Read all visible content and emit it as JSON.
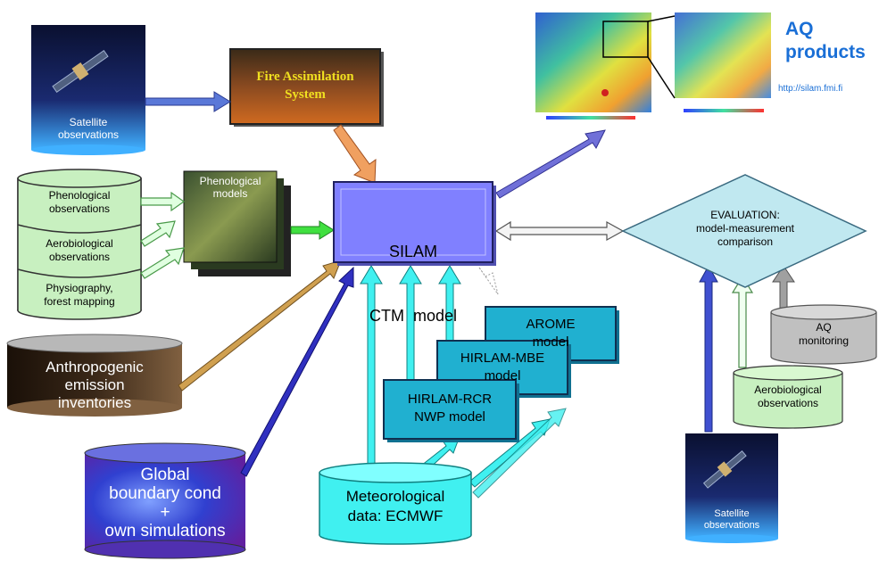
{
  "fire": {
    "line1": "Fire Assimilation",
    "line2": "System"
  },
  "satellite_top": {
    "line1": "Satellite",
    "line2": "observations"
  },
  "satellite_bottom": {
    "line1": "Satellite",
    "line2": "observations"
  },
  "phenological_models": {
    "line1": "Phenological",
    "line2": "models"
  },
  "db_left": [
    {
      "line1": "Phenological",
      "line2": "observations"
    },
    {
      "line1": "Aerobiological",
      "line2": "observations"
    },
    {
      "line1": "Physiography,",
      "line2": "forest mapping"
    }
  ],
  "anthropogenic": {
    "line1": "Anthropogenic",
    "line2": "emission",
    "line3": "inventories"
  },
  "global": {
    "line1": "Global",
    "line2": "boundary cond",
    "line3": "+",
    "line4": "own simulations"
  },
  "silam": {
    "line1": "SILAM",
    "line2": "CTM  model"
  },
  "arome": {
    "line1": "AROME",
    "line2": "model"
  },
  "hirlam_mbe": {
    "line1": "HIRLAM-MBE",
    "line2": "model"
  },
  "hirlam_rcr": {
    "line1": "HIRLAM-RCR",
    "line2": "NWP model"
  },
  "meteo": {
    "line1": "Meteorological",
    "line2": "data: ECMWF"
  },
  "evaluation": {
    "line1": "EVALUATION:",
    "line2": "model-measurement",
    "line3": "comparison"
  },
  "aq_monitoring": {
    "line1": "AQ",
    "line2": "monitoring"
  },
  "aero_right": {
    "line1": "Aerobiological",
    "line2": "observations"
  },
  "aq_products": {
    "line1": "AQ",
    "line2": "products",
    "url": "http://silam.fmi.fi"
  },
  "colors": {
    "silam_fill": "#8080ff",
    "nwp_fill": "#20b0d0",
    "green_db": "#c8f0c0",
    "cyan": "#40f0f0",
    "eval_fill": "#c0e8f0",
    "title_blue": "#1a6fd6"
  }
}
